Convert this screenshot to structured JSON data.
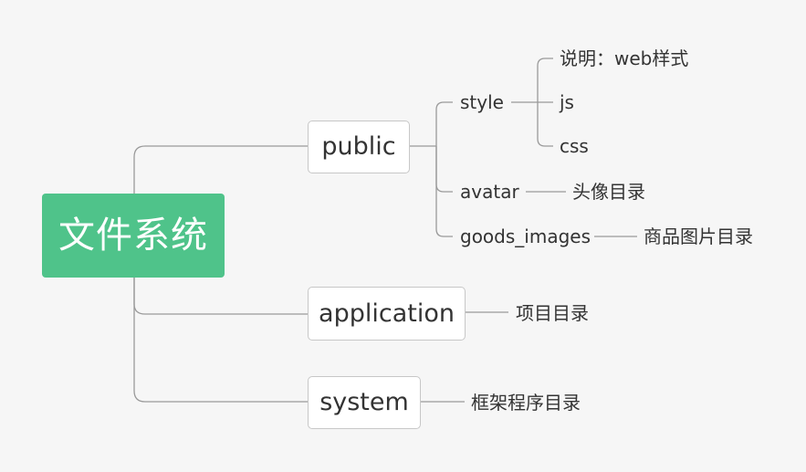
{
  "root": {
    "label": "文件系统"
  },
  "public": {
    "label": "public",
    "style": {
      "label": "style",
      "children": [
        "说明：web样式",
        "js",
        "css"
      ]
    },
    "avatar": {
      "label": "avatar",
      "note": "头像目录"
    },
    "goods_images": {
      "label": "goods_images",
      "note": "商品图片目录"
    }
  },
  "application": {
    "label": "application",
    "note": "项目目录"
  },
  "system": {
    "label": "system",
    "note": "框架程序目录"
  },
  "colors": {
    "root_fill": "#4fc38a",
    "connector": "#9a9a9a",
    "background": "#f6f6f6"
  }
}
